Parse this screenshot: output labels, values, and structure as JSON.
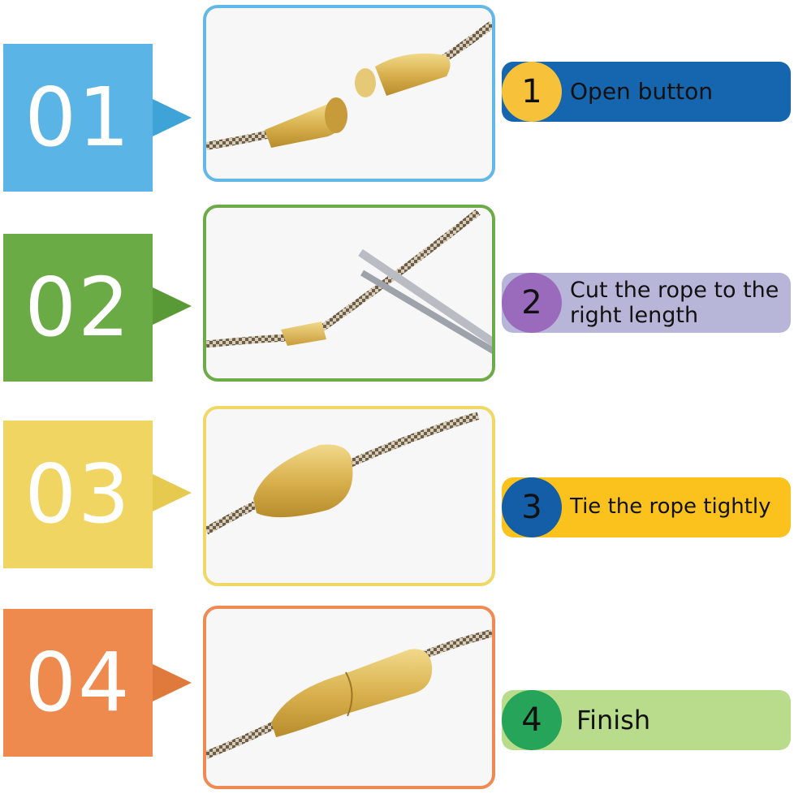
{
  "steps": [
    {
      "number": "01",
      "badge": "1",
      "label": "Open button",
      "colors": {
        "main": "#5bb4e6",
        "arrow": "#3ea3d6",
        "border": "#63b8e8",
        "label_bg": "#1566ae",
        "circle": "#f7c23a",
        "text": "#111111"
      }
    },
    {
      "number": "02",
      "badge": "2",
      "label": "Cut the rope to the right length",
      "colors": {
        "main": "#6aab45",
        "arrow": "#5a9a36",
        "border": "#6cab48",
        "label_bg": "#b7b6d9",
        "circle": "#9a6bbd",
        "text": "#111111"
      }
    },
    {
      "number": "03",
      "badge": "3",
      "label": "Tie the rope tightly",
      "colors": {
        "main": "#f0d562",
        "arrow": "#e6c94f",
        "border": "#f0d866",
        "label_bg": "#fbc21e",
        "circle": "#145ea8",
        "text": "#111111"
      }
    },
    {
      "number": "04",
      "badge": "4",
      "label": "Finish",
      "colors": {
        "main": "#ee8a4e",
        "arrow": "#e07a3c",
        "border": "#ee8a52",
        "label_bg": "#b8dc8c",
        "circle": "#25a45a",
        "text": "#111111"
      }
    }
  ],
  "icons": {
    "photo": "rope-and-bead-photo"
  }
}
